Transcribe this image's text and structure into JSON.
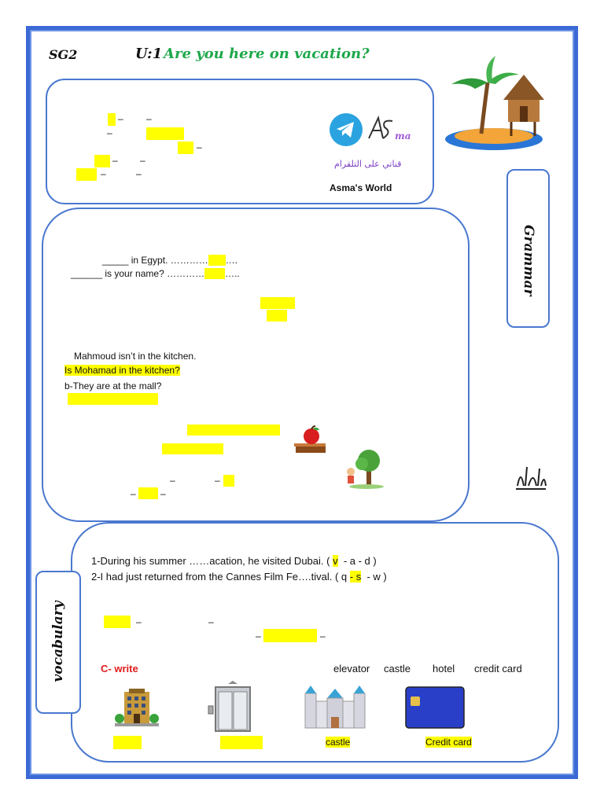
{
  "header": {
    "code": "SG2",
    "unit": "U:1",
    "title": "Are you here on vacation?"
  },
  "channel": {
    "logo_text": "ma",
    "arabic_caption": "قناتي على التلقرام",
    "name": "Asma's World"
  },
  "side_tabs": {
    "grammar": "Grammar",
    "vocabulary": "vocabulary"
  },
  "grammar": {
    "q1_blank": "_____",
    "q1_text": " in Egypt. …………",
    "q1_tail": "….",
    "q2_blank": "______",
    "q2_text": " is your name? …………",
    "q2_tail": "…..",
    "neg_sentence": "Mahmoud isn’t in the kitchen.",
    "question_answer": "Is Mohamad in the kitchen?",
    "b_sentence": "b-They are at the mall?"
  },
  "vocabulary": {
    "item1": "1-During his summer ……acation, he visited Dubai.  (",
    "item1_letter": "v",
    "item1_rest": "-  a  -  d )",
    "item2": "2-I had just returned from the Cannes Film Fe….tival. (  q",
    "item2_letter": "- s",
    "item2_rest": "-  w )",
    "section_c": "C- write",
    "word_bank": [
      "elevator",
      "castle",
      "hotel",
      "credit card"
    ],
    "answers": {
      "castle": "castle",
      "credit_card": "Credit card"
    }
  },
  "colors": {
    "border": "#3b6ad6",
    "title_green": "#1ea84a",
    "highlight": "#ffff00",
    "section_red": "#e01b1b"
  },
  "icons": [
    "telegram-icon",
    "island-hut-icon",
    "apple-book-icon",
    "tree-child-icon",
    "calligraphy-seal-icon",
    "hotel-icon",
    "elevator-icon",
    "castle-icon",
    "credit-card-icon"
  ]
}
